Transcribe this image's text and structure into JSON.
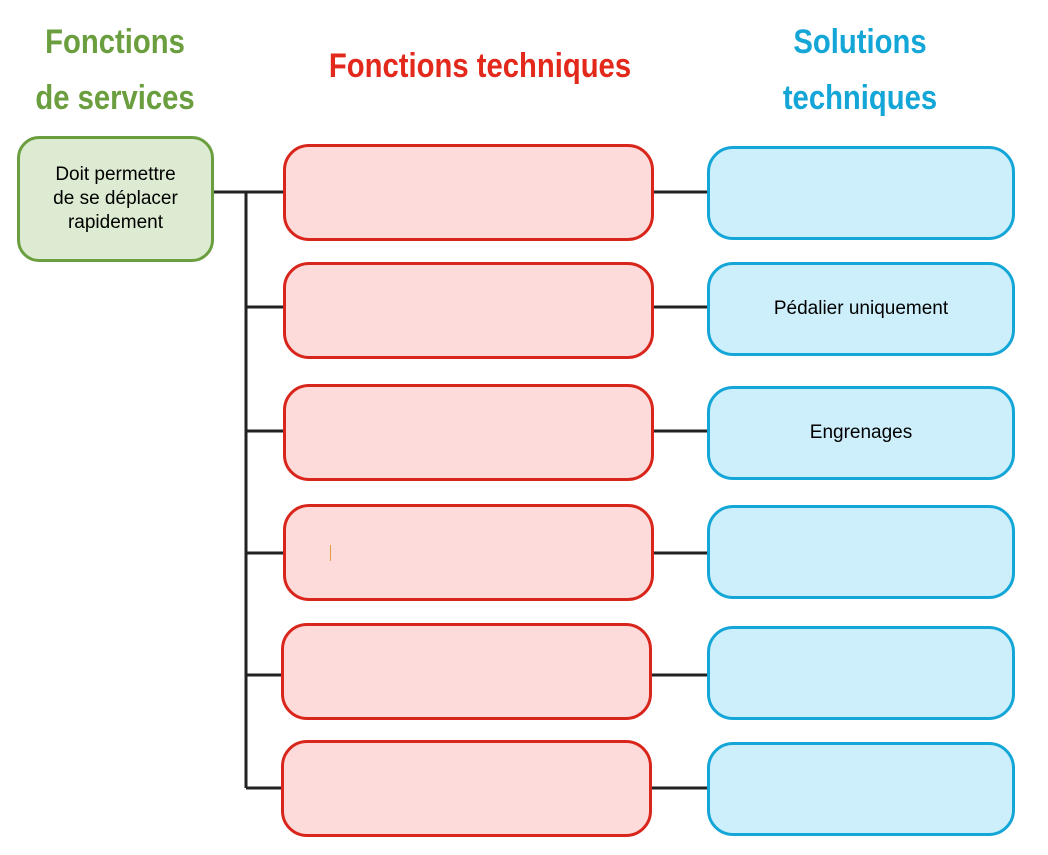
{
  "headings": {
    "services": [
      "Fonctions",
      "de services"
    ],
    "techniques": "Fonctions techniques",
    "solutions": [
      "Solutions",
      "techniques"
    ]
  },
  "service": {
    "lines": [
      "Doit permettre",
      "de se déplacer",
      "rapidement"
    ]
  },
  "rows": [
    {
      "function": "",
      "solution": ""
    },
    {
      "function": "",
      "solution": "Pédalier uniquement"
    },
    {
      "function": "",
      "solution": "Engrenages"
    },
    {
      "function": "",
      "solution": ""
    },
    {
      "function": "",
      "solution": ""
    },
    {
      "function": "",
      "solution": ""
    }
  ],
  "colors": {
    "service_border": "#6a9e3e",
    "service_fill": "#dcebd1",
    "function_border": "#d9261c",
    "function_fill": "#fddbdb",
    "solution_border": "#14a6d6",
    "solution_fill": "#cdeffb",
    "connector": "#222222"
  }
}
